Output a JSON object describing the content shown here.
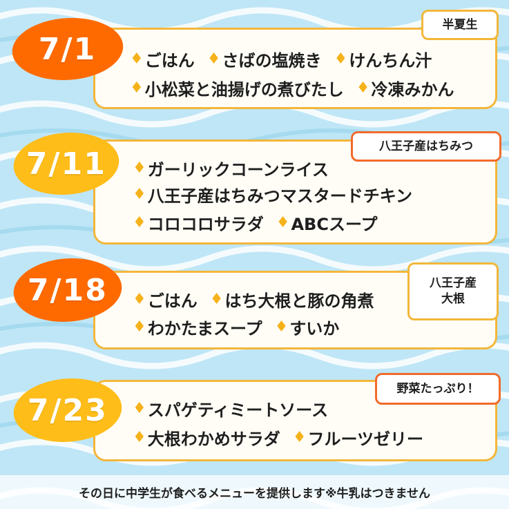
{
  "colors": {
    "orange": "#ff6a00",
    "yellow": "#ffbd1a",
    "diamond": "#f6b21a",
    "border": "#f3b63a",
    "orange_border": "#f26a2b"
  },
  "entries": [
    {
      "date": "7/1",
      "tag": "半夏生",
      "lines": [
        [
          "ごはん",
          "さばの塩焼き",
          "けんちん汁"
        ],
        [
          "小松菜と油揚げの煮びたし",
          "冷凍みかん"
        ]
      ]
    },
    {
      "date": "7/11",
      "tag": "八王子産はちみつ",
      "lines": [
        [
          "ガーリックコーンライス"
        ],
        [
          "八王子産はちみつマスタードチキン"
        ],
        [
          "コロコロサラダ",
          "ABCスープ"
        ]
      ]
    },
    {
      "date": "7/18",
      "tag_line1": "八王子産",
      "tag_line2": "大根",
      "lines": [
        [
          "ごはん",
          "はち大根と豚の角煮"
        ],
        [
          "わかたまスープ",
          "すいか"
        ]
      ]
    },
    {
      "date": "7/23",
      "tag": "野菜たっぷり！",
      "lines": [
        [
          "スパゲティミートソース"
        ],
        [
          "大根わかめサラダ",
          "フルーツゼリー"
        ]
      ]
    }
  ],
  "diamond_symbol": "♦",
  "footer": "その日に中学生が食べるメニューを提供します※牛乳はつきません"
}
